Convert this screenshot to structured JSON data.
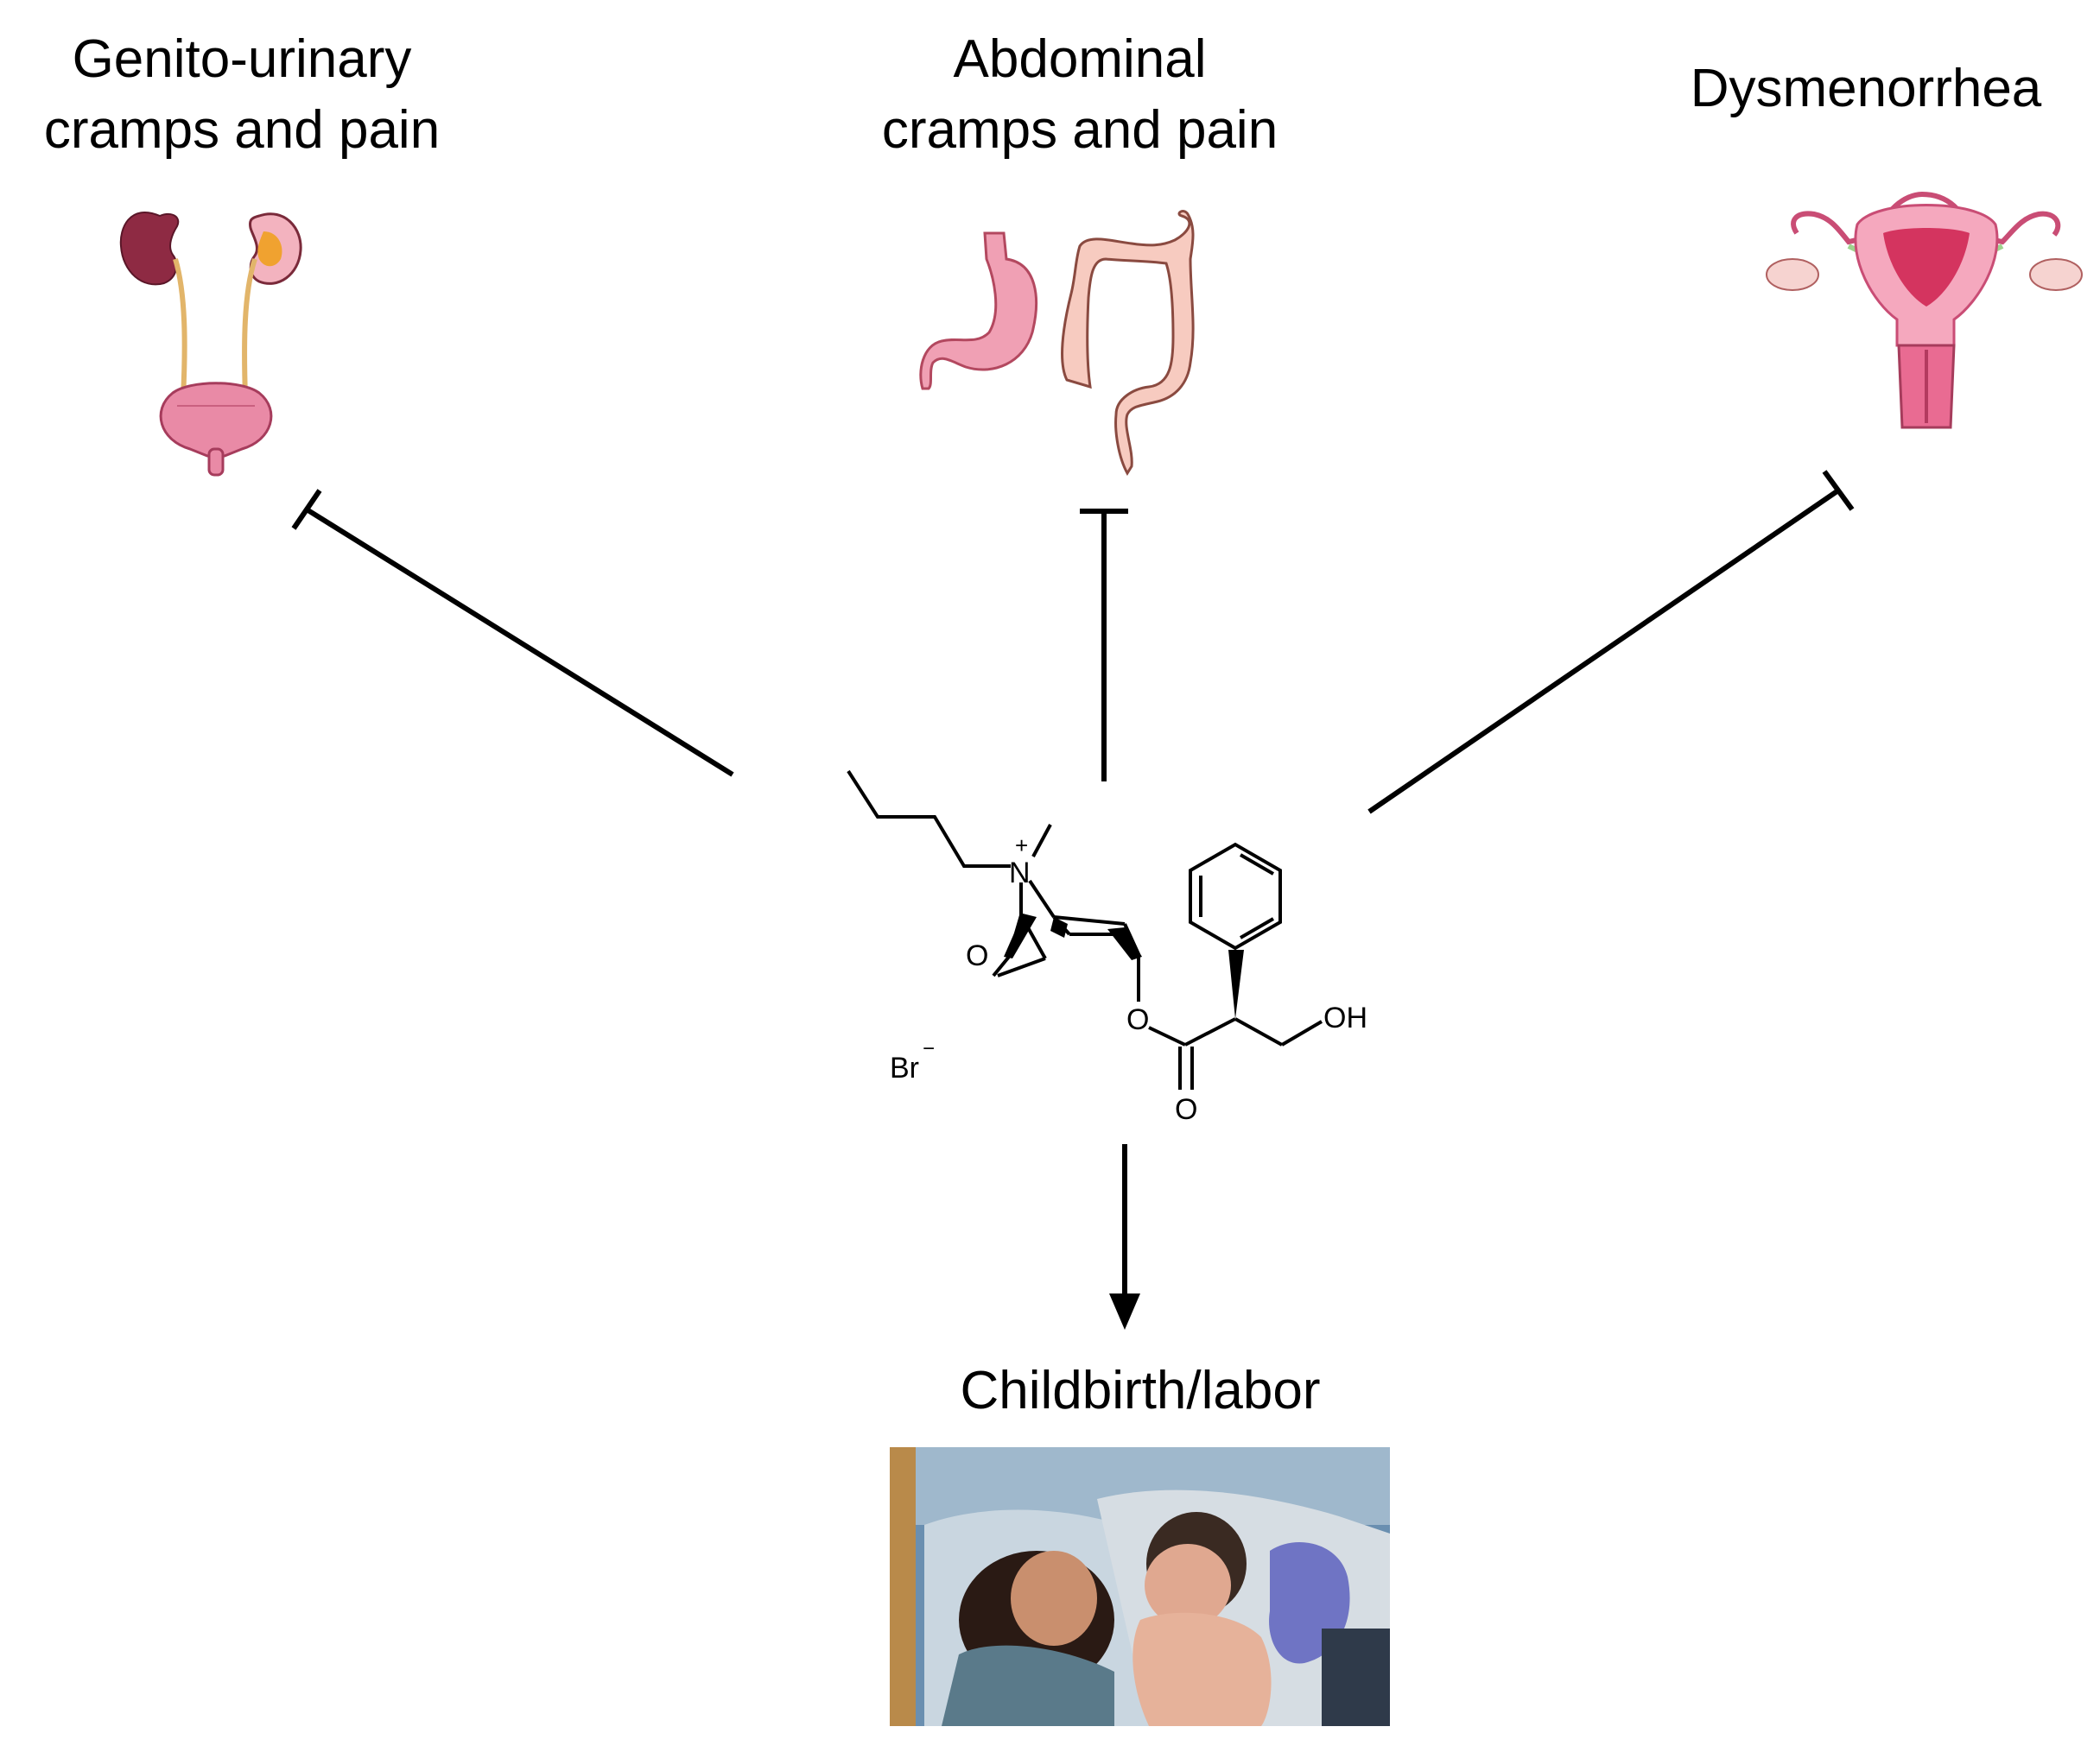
{
  "labels": {
    "genito_urinary": {
      "line1": "Genito-urinary",
      "line2": "cramps and pain"
    },
    "abdominal": {
      "line1": "Abdominal",
      "line2": "cramps and pain"
    },
    "dysmenorrhea": "Dysmenorrhea",
    "childbirth": "Childbirth/labor"
  },
  "molecule": {
    "n_plus": "N",
    "plus_sign": "+",
    "epoxide_o": "O",
    "ester_o": "O",
    "carbonyl_o": "O",
    "hydroxyl": "OH",
    "counter_ion": "Br",
    "counter_charge": "−"
  },
  "colors": {
    "kidney": "#8e2a43",
    "bladder": "#e98aa6",
    "stomach": "#f0a0b4",
    "colon": "#f7cbc0",
    "uterus": "#e96b92",
    "ovary": "#f6d3d0",
    "tube": "#9fd38e"
  }
}
